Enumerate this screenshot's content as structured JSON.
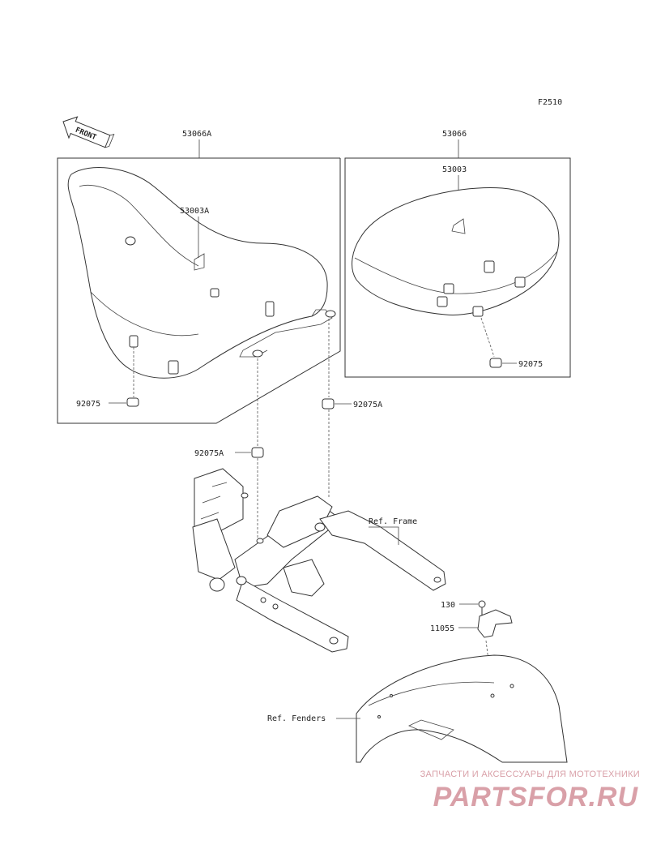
{
  "figure_code": "F2510",
  "front_label": "FRONT",
  "parts": {
    "seat_front_assy": "53066A",
    "seat_front_cover": "53003A",
    "seat_rear_assy": "53066",
    "seat_rear_cover": "53003",
    "damper_front_seat": "92075",
    "damper_rear_seat": "92075",
    "damper_frame_right": "92075A",
    "damper_frame_left": "92075A",
    "bolt": "130",
    "bracket": "11055"
  },
  "refs": {
    "frame": "Ref. Frame",
    "fenders": "Ref. Fenders"
  },
  "watermark": {
    "caption": "ЗАПЧАСТИ И АКСЕССУАРЫ ДЛЯ МОТОТЕХНИКИ",
    "logo": "PARTSFOR.RU"
  }
}
